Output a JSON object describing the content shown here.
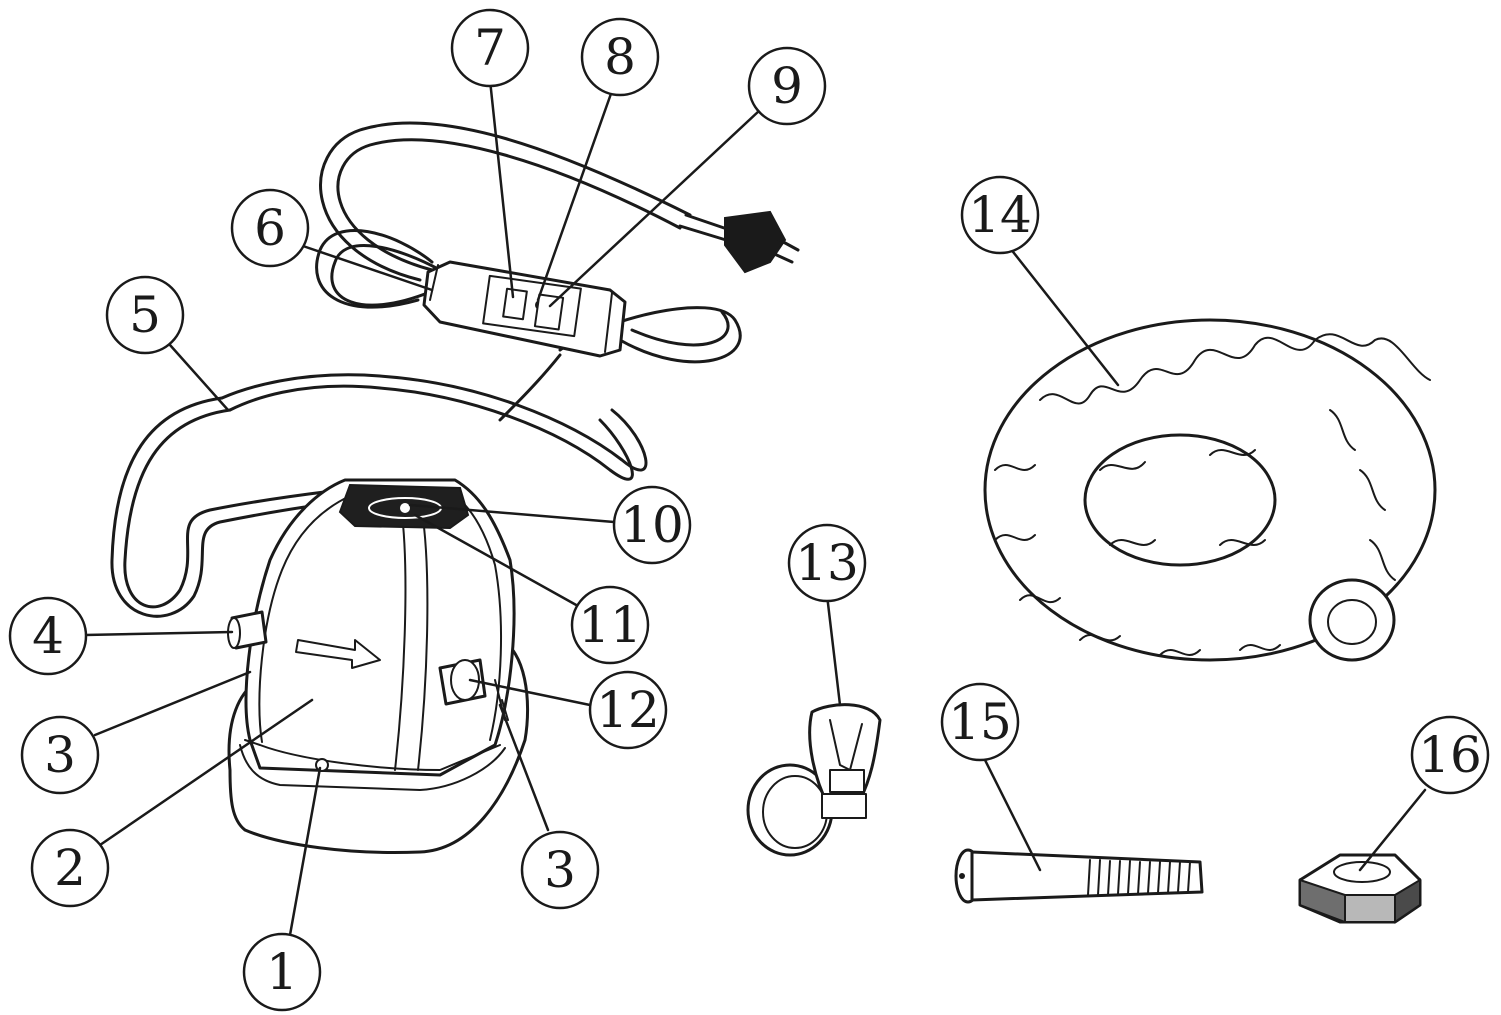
{
  "callouts": [
    {
      "id": "c1",
      "label": "1"
    },
    {
      "id": "c2",
      "label": "2"
    },
    {
      "id": "c3a",
      "label": "3"
    },
    {
      "id": "c3b",
      "label": "3"
    },
    {
      "id": "c4",
      "label": "4"
    },
    {
      "id": "c5",
      "label": "5"
    },
    {
      "id": "c6",
      "label": "6"
    },
    {
      "id": "c7",
      "label": "7"
    },
    {
      "id": "c8",
      "label": "8"
    },
    {
      "id": "c9",
      "label": "9"
    },
    {
      "id": "c10",
      "label": "10"
    },
    {
      "id": "c11",
      "label": "11"
    },
    {
      "id": "c12",
      "label": "12"
    },
    {
      "id": "c13",
      "label": "13"
    },
    {
      "id": "c14",
      "label": "14"
    },
    {
      "id": "c15",
      "label": "15"
    },
    {
      "id": "c16",
      "label": "16"
    }
  ],
  "colors": {
    "ink": "#1a1a1a",
    "panel": "#1f1f1f",
    "paper": "#ffffff"
  }
}
